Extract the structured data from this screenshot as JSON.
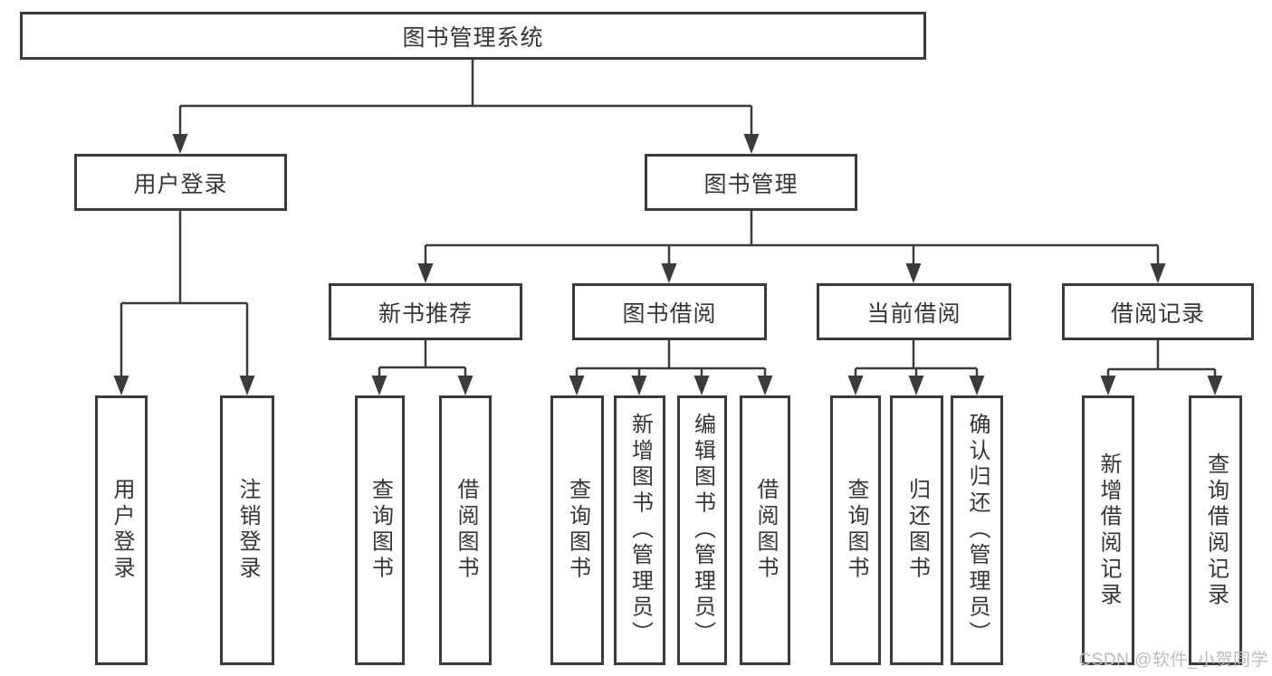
{
  "diagram": {
    "title": "图书管理系统",
    "root": {
      "label": "图书管理系统"
    },
    "branches": [
      {
        "label": "用户登录",
        "children": [
          {
            "label": "用户登录"
          },
          {
            "label": "注销登录"
          }
        ]
      },
      {
        "label": "图书管理",
        "children": [
          {
            "label": "新书推荐",
            "children": [
              {
                "label": "查询图书"
              },
              {
                "label": "借阅图书"
              }
            ]
          },
          {
            "label": "图书借阅",
            "children": [
              {
                "label": "查询图书"
              },
              {
                "label": "新增图书（管理员）"
              },
              {
                "label": "编辑图书（管理员）"
              },
              {
                "label": "借阅图书"
              }
            ]
          },
          {
            "label": "当前借阅",
            "children": [
              {
                "label": "查询图书"
              },
              {
                "label": "归还图书"
              },
              {
                "label": "确认归还（管理员）"
              }
            ]
          },
          {
            "label": "借阅记录",
            "children": [
              {
                "label": "新增借阅记录"
              },
              {
                "label": "查询借阅记录"
              }
            ]
          }
        ]
      }
    ]
  },
  "watermark": {
    "text": "CSDN @软件_小贺同学"
  },
  "colors": {
    "line": "#3b3b3b",
    "box_border": "#3b3b3b",
    "text": "#363636",
    "background": "#ffffff",
    "watermark": "#bcbcbc"
  }
}
